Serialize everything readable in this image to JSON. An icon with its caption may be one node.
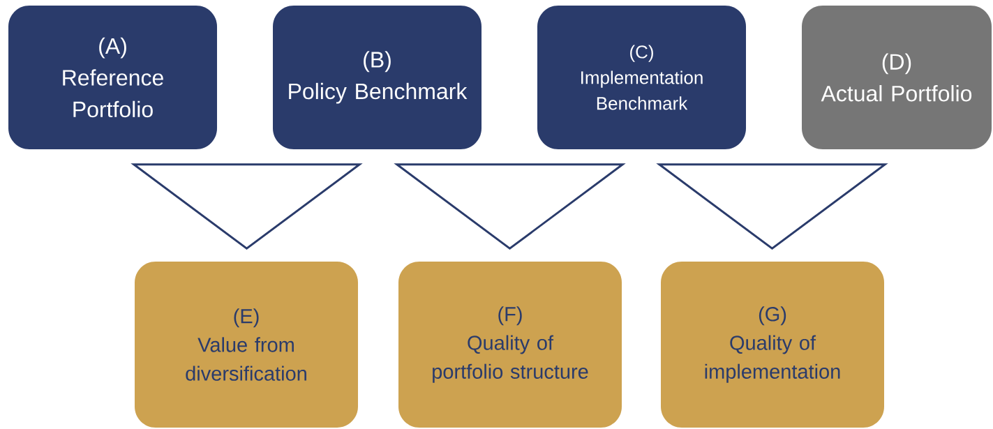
{
  "diagram": {
    "nodes": [
      {
        "text": [
          "(A)",
          "Reference Portfolio"
        ]
      },
      {
        "text": [
          "(B)",
          "Policy Benchmark"
        ]
      },
      {
        "text": [
          "(C)",
          "Implementation Benchmark"
        ]
      },
      {
        "text": [
          "(D)",
          "Actual Portfolio"
        ]
      },
      {
        "text": [],
        "shape": "triangle"
      },
      {
        "text": [],
        "shape": "triangle"
      },
      {
        "text": [],
        "shape": "triangle"
      },
      {
        "text": [
          "(E)",
          "Value from diversification"
        ]
      },
      {
        "text": [
          "(F)",
          "Quality of portfolio structure"
        ]
      },
      {
        "text": [
          "(G)",
          "Quality of implementation"
        ]
      }
    ]
  }
}
